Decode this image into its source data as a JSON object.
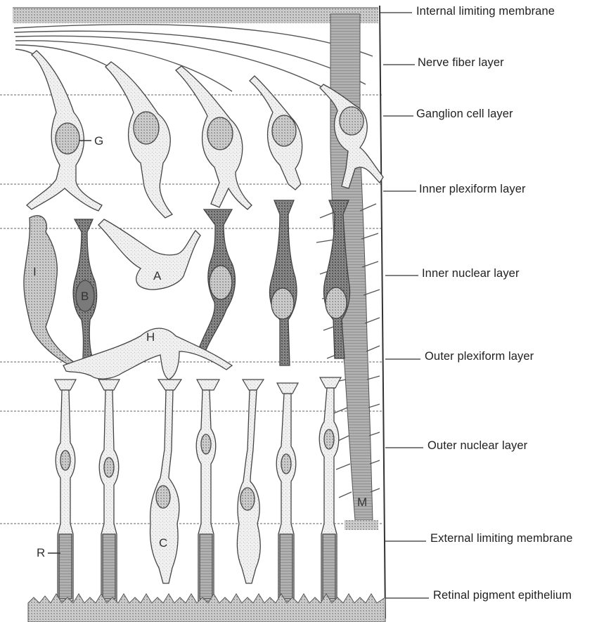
{
  "layers": [
    {
      "id": "internal-limiting-membrane",
      "label": "Internal limiting membrane"
    },
    {
      "id": "nerve-fiber-layer",
      "label": "Nerve fiber layer"
    },
    {
      "id": "ganglion-cell-layer",
      "label": "Ganglion cell layer"
    },
    {
      "id": "inner-plexiform-layer",
      "label": "Inner plexiform layer"
    },
    {
      "id": "inner-nuclear-layer",
      "label": "Inner nuclear layer"
    },
    {
      "id": "outer-plexiform-layer",
      "label": "Outer plexiform layer"
    },
    {
      "id": "outer-nuclear-layer",
      "label": "Outer nuclear layer"
    },
    {
      "id": "external-limiting-membrane",
      "label": "External limiting membrane"
    },
    {
      "id": "retinal-pigment-epithelium",
      "label": "Retinal pigment epithelium"
    }
  ],
  "cell_labels": {
    "ganglion": "G",
    "amacrine": "A",
    "bipolar": "B",
    "interplexiform": "I",
    "horizontal": "H",
    "muller": "M",
    "cone": "C",
    "rod": "R"
  },
  "colors": {
    "line": "#4a4a4a",
    "cell_fill": "#e6e6e6",
    "nucleus_fill": "#9a9a9a",
    "dark_cell_fill": "#777777",
    "epithelium_fill": "#a8a8a8"
  }
}
